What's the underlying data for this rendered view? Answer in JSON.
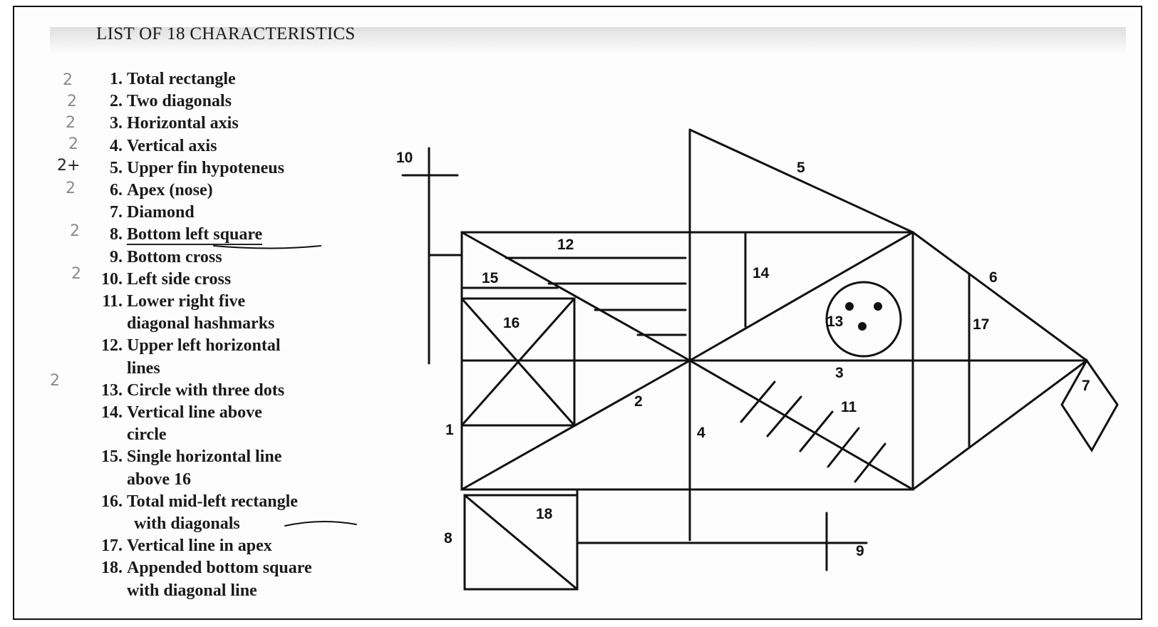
{
  "title": "LIST OF 18 CHARACTERISTICS",
  "items": [
    {
      "num": "1.",
      "text": "Total rectangle"
    },
    {
      "num": "2.",
      "text": "Two diagonals"
    },
    {
      "num": "3.",
      "text": "Horizontal axis"
    },
    {
      "num": "4.",
      "text": "Vertical axis"
    },
    {
      "num": "5.",
      "text": "Upper fin hypoteneus"
    },
    {
      "num": "6.",
      "text": "Apex (nose)"
    },
    {
      "num": "7.",
      "text": "Diamond"
    },
    {
      "num": "8.",
      "text": "Bottom left square"
    },
    {
      "num": "9.",
      "text": "Bottom cross"
    },
    {
      "num": "10.",
      "text": "Left side cross"
    },
    {
      "num": "11.",
      "text": "Lower right five",
      "cont": "diagonal hashmarks"
    },
    {
      "num": "12.",
      "text": "Upper left horizontal",
      "cont": "lines"
    },
    {
      "num": "13.",
      "text": "Circle with three dots"
    },
    {
      "num": "14.",
      "text": "Vertical line above",
      "cont": "circle"
    },
    {
      "num": "15.",
      "text": "Single horizontal line",
      "cont": "above 16"
    },
    {
      "num": "16.",
      "text": "Total mid-left rectangle",
      "cont": "with diagonals"
    },
    {
      "num": "17.",
      "text": "Vertical line in apex"
    },
    {
      "num": "18.",
      "text": "Appended bottom square",
      "cont": "with diagonal line"
    }
  ],
  "handwritten_marks": [
    "2",
    "2",
    "2",
    "2",
    "2+",
    "2",
    "2",
    "2",
    "2"
  ],
  "diagram_labels": {
    "l1": "1",
    "l2": "2",
    "l3": "3",
    "l4": "4",
    "l5": "5",
    "l6": "6",
    "l7": "7",
    "l8": "8",
    "l9": "9",
    "l10": "10",
    "l11": "11",
    "l12": "12",
    "l13": "13",
    "l14": "14",
    "l15": "15",
    "l16": "16",
    "l17": "17",
    "l18": "18"
  }
}
